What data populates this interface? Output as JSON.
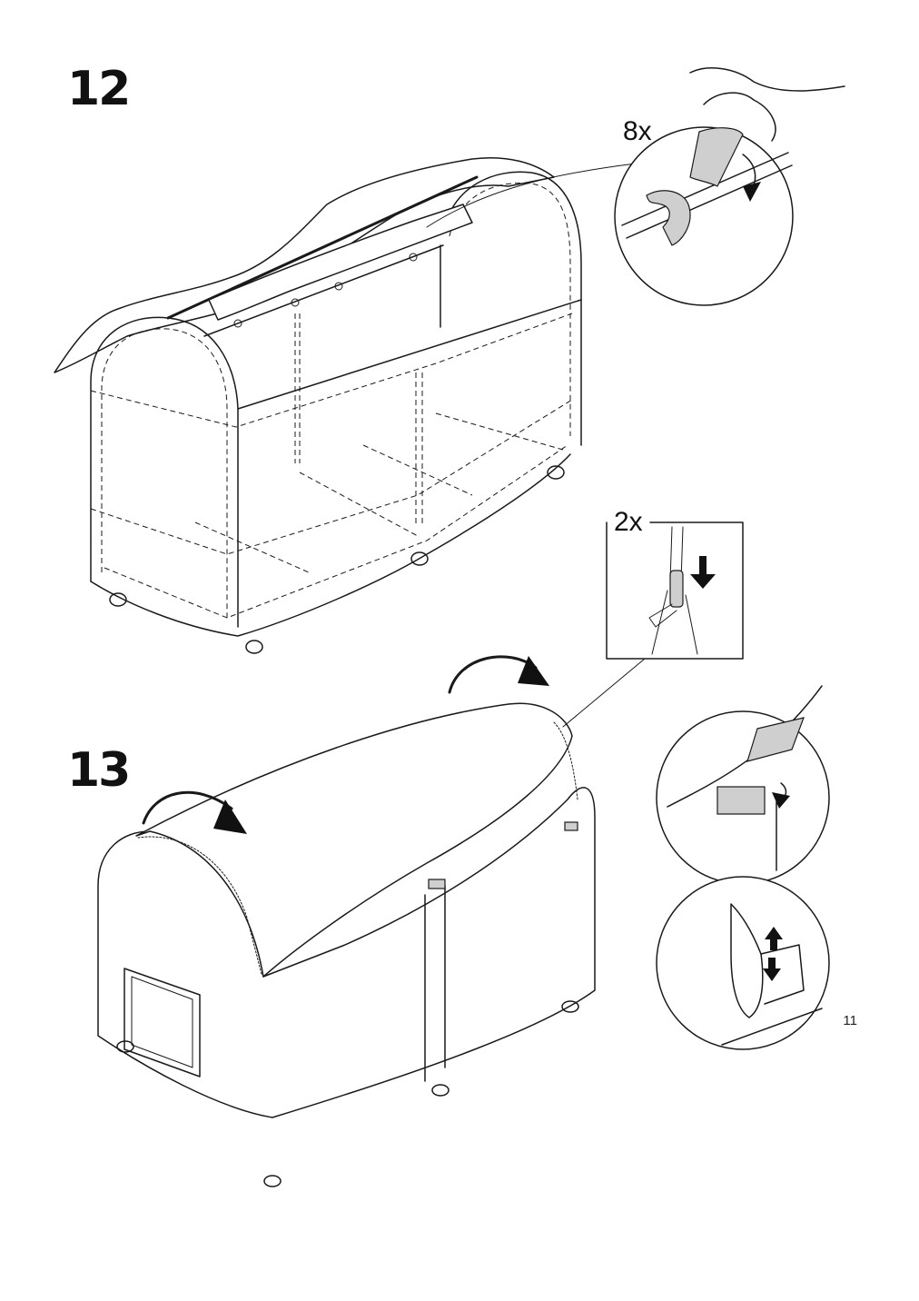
{
  "steps": [
    {
      "number": "12",
      "quantity": "8x"
    },
    {
      "number": "13",
      "quantity": "2x"
    }
  ],
  "page_number": "11"
}
